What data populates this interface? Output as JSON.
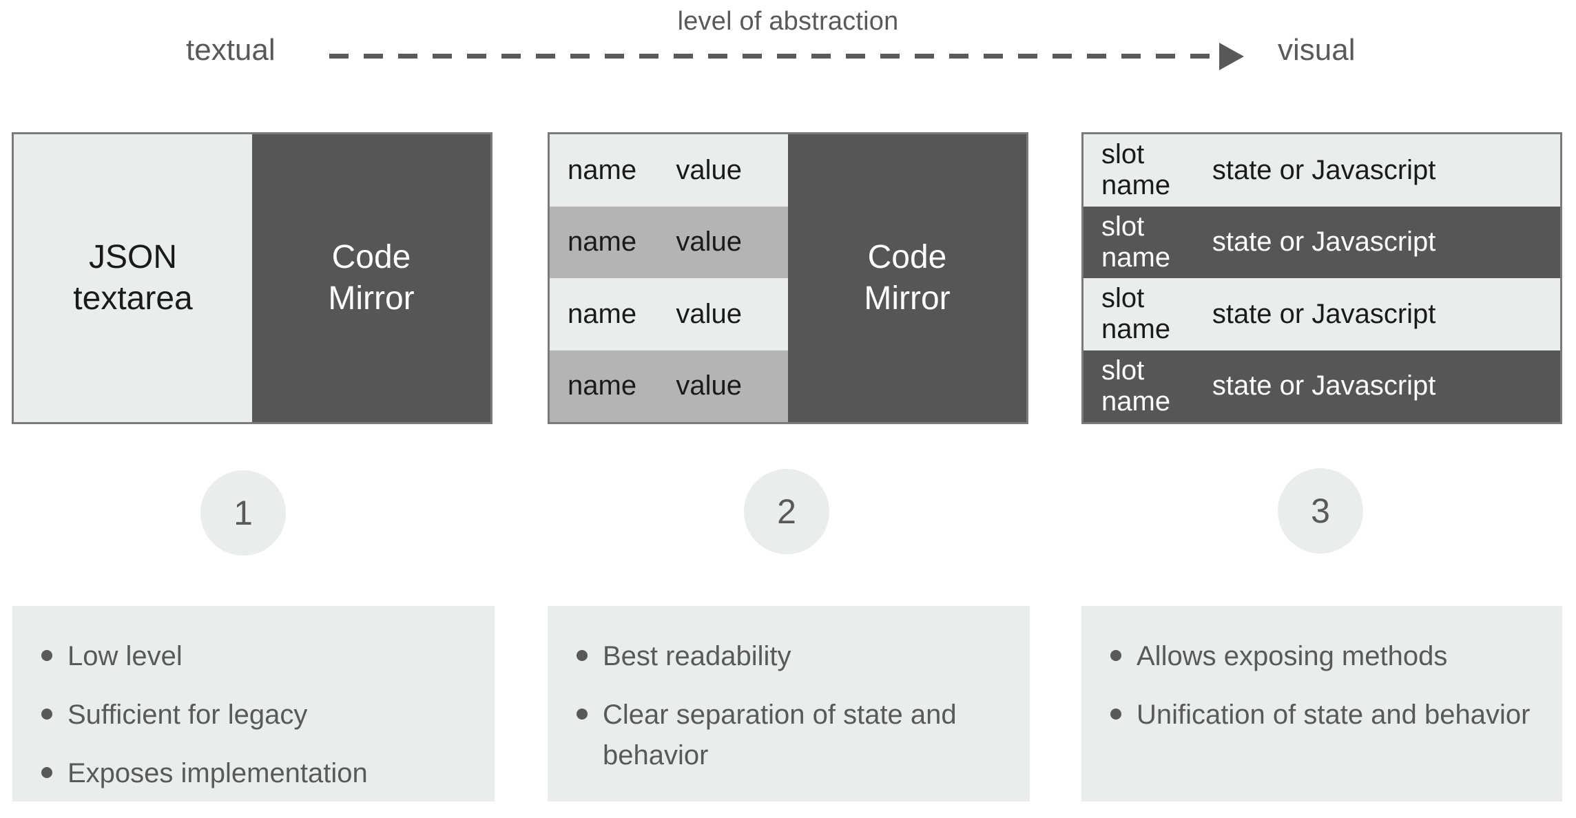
{
  "axis": {
    "caption": "level of abstraction",
    "left_label": "textual",
    "right_label": "visual",
    "arrow_icon": "dashed-arrow-right-icon",
    "line_color": "#595959"
  },
  "panels": [
    {
      "id": 1,
      "step_number": "1",
      "left_label": "JSON\ntextarea",
      "left_line_1": "JSON",
      "left_line_2": "textarea",
      "right_line_1": "Code",
      "right_line_2": "Mirror",
      "left_bg": "#e9edee",
      "right_bg": "#565656"
    },
    {
      "id": 2,
      "step_number": "2",
      "right_line_1": "Code",
      "right_line_2": "Mirror",
      "rows": [
        {
          "name": "name",
          "value": "value",
          "tone": "light"
        },
        {
          "name": "name",
          "value": "value",
          "tone": "mid"
        },
        {
          "name": "name",
          "value": "value",
          "tone": "light"
        },
        {
          "name": "name",
          "value": "value",
          "tone": "mid"
        }
      ]
    },
    {
      "id": 3,
      "step_number": "3",
      "rows": [
        {
          "name": "slot name",
          "value": "state or Javascript",
          "tone": "light"
        },
        {
          "name": "slot name",
          "value": "state or Javascript",
          "tone": "dark"
        },
        {
          "name": "slot name",
          "value": "state or Javascript",
          "tone": "light"
        },
        {
          "name": "slot name",
          "value": "state or Javascript",
          "tone": "dark"
        }
      ]
    }
  ],
  "notes": [
    {
      "id": 1,
      "items": [
        "Low level",
        "Sufficient for legacy",
        "Exposes implementation"
      ]
    },
    {
      "id": 2,
      "items": [
        "Best readability",
        "Clear separation of state and behavior"
      ]
    },
    {
      "id": 3,
      "items": [
        "Allows exposing methods",
        "Unification of state and behavior"
      ]
    }
  ],
  "colors": {
    "light_panel": "#e9edee",
    "mid_row": "#b4b4b4",
    "dark_panel": "#565656",
    "text_muted": "#595959",
    "text_dark": "#1a1a1a",
    "border": "#7a7a7a",
    "background": "#ffffff"
  }
}
